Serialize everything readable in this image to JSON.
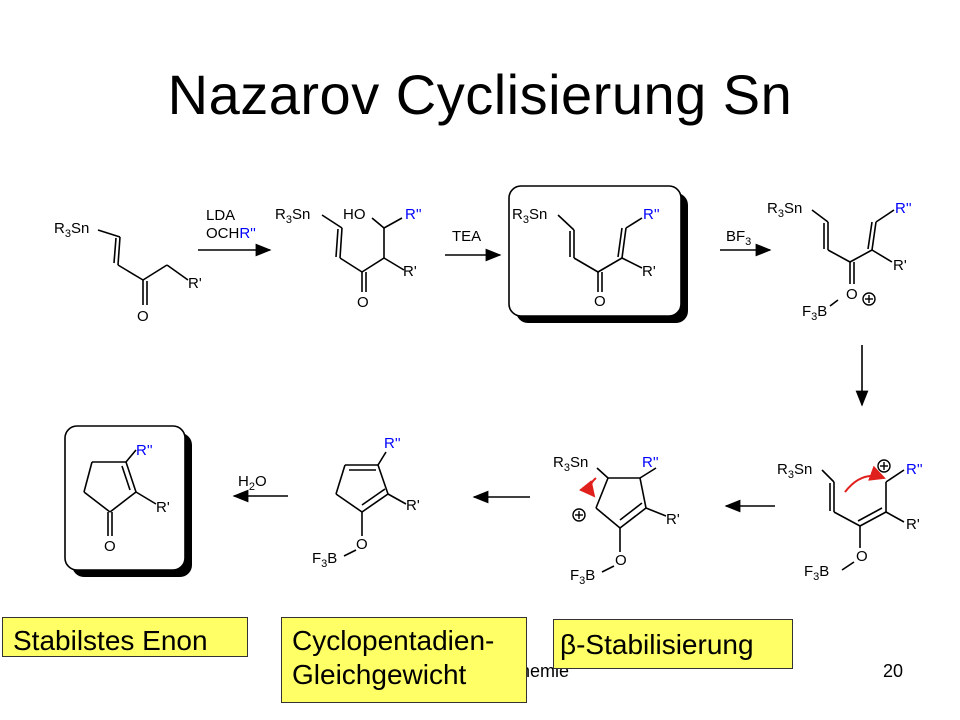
{
  "slide": {
    "title": "Nazarov Cyclisierung Sn",
    "page_number": "20",
    "footer_fragment": "hemie"
  },
  "reagents": {
    "step1_line1": "LDA",
    "step1_line2": "OCH",
    "step1_r": "R''",
    "step2": "TEA",
    "step3": "BF",
    "step3_sub": "3",
    "water": "H",
    "water_sub": "2",
    "water_o": "O"
  },
  "labels": {
    "r3sn": "R",
    "r3sn_sub": "3",
    "r3sn_rest": "Sn",
    "r_prime": "R'",
    "r_double": "R''",
    "ho": "HO",
    "o": "O",
    "f3b": "F",
    "f3b_sub": "3",
    "f3b_rest": "B",
    "plus": "+"
  },
  "boxes": {
    "stable_enone": "Stabilstes Enon",
    "cyclopentadiene_line1": "Cyclopentadien-",
    "cyclopentadiene_line2": "Gleichgewicht",
    "beta_symbol": "β",
    "beta_text": "-Stabilisierung"
  },
  "colors": {
    "accent_blue": "#0000ff",
    "arrow_red": "#e0201c",
    "box_yellow": "#ffff66"
  }
}
